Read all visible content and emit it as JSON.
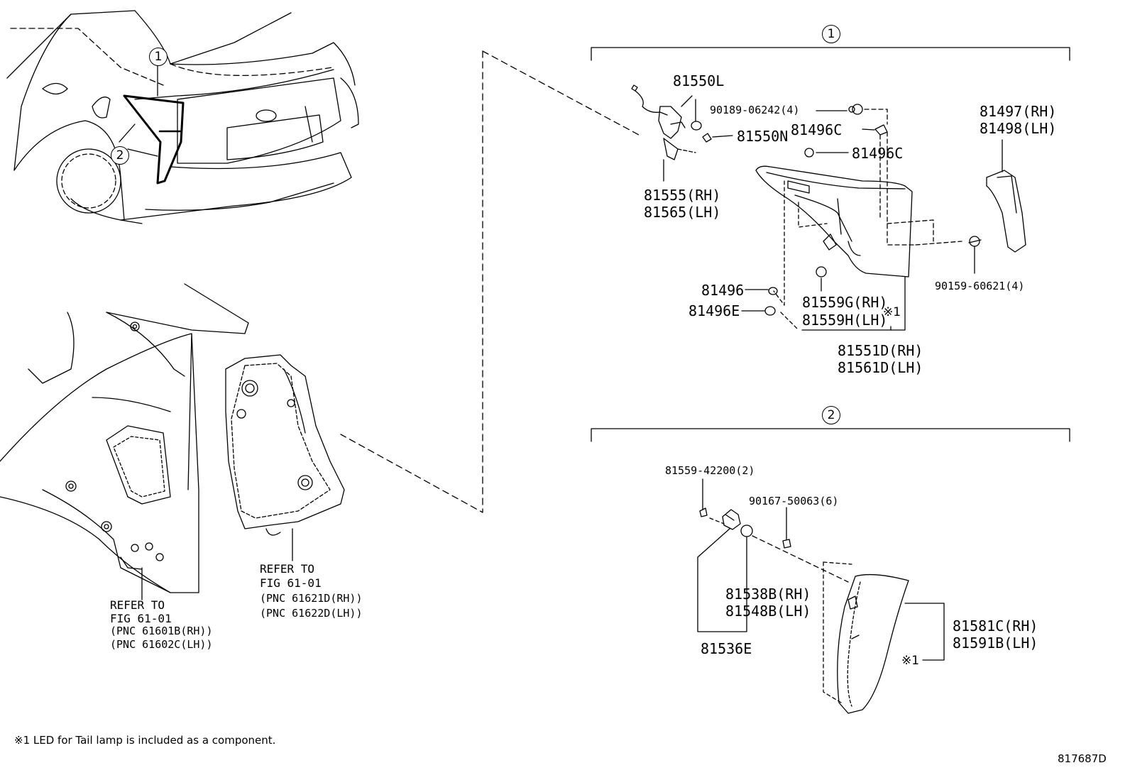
{
  "callouts": {
    "one": "1",
    "two": "2"
  },
  "overview": {
    "ref_left": "1",
    "ref_bottom": "2"
  },
  "group1": {
    "bulb_socket": "81550L",
    "socket_seal": "81550N",
    "wire_rh": "81555(RH)",
    "wire_lh": "81565(LH)",
    "nut": "90189-06242(4)",
    "clip_a": "81496C",
    "clip_b": "81496C",
    "cover_rh": "81497(RH)",
    "cover_lh": "81498(LH)",
    "screw": "90159-60621(4)",
    "cushion": "81496",
    "cushion_e": "81496E",
    "gasket_rh": "81559G(RH)",
    "gasket_lh": "81559H(LH)",
    "note_mark": "※1",
    "lamp_rh": "81551D(RH)",
    "lamp_lh": "81561D(LH)"
  },
  "group2": {
    "bulb": "81559-42200(2)",
    "screw": "90167-50063(6)",
    "socket_rh": "81538B(RH)",
    "socket_lh": "81548B(LH)",
    "socket_assy": "81536E",
    "lamp_rh": "81581C(RH)",
    "lamp_lh": "81591B(LH)",
    "note_mark": "※1"
  },
  "refer_left": {
    "line1": "REFER TO",
    "line2": "FIG 61-01",
    "pnc_rh": "(PNC 61601B(RH))",
    "pnc_lh": "(PNC 61602C(LH))"
  },
  "refer_right": {
    "line1": "REFER TO",
    "line2": "FIG 61-01",
    "pnc_rh": "(PNC 61621D(RH))",
    "pnc_lh": "(PNC 61622D(LH))"
  },
  "footnote": "※1 LED for Tail lamp is included as a component.",
  "figure_id": "817687D"
}
